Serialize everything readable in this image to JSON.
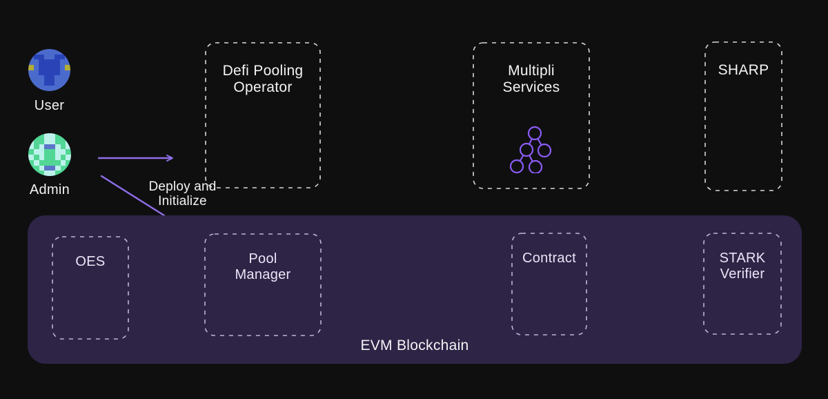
{
  "colors": {
    "bg": "#0f0f10",
    "text": "#f4f4f5",
    "dash-top": "#d9d9d9",
    "dash-bottom": "#beb4dd",
    "container-bg": "#2e2446",
    "container-text": "#eae6f7",
    "arrow": "#8f6fe8",
    "tree-icon": "#8b5cf6"
  },
  "actors": {
    "user": {
      "label": "User",
      "avatar": {
        "palette": {
          "B": "#4a6bcc",
          "D": "#2a44b8",
          "Y": "#b3ae35"
        },
        "pattern": [
          "BBBBBBBB",
          "BDDBBDDB",
          "BBDDDDBB",
          "YBDDDDBY",
          "BBDDDDBB",
          "BBBDDBBB",
          "BBBDDBBB",
          "BBBBBBBB"
        ]
      }
    },
    "admin": {
      "label": "Admin",
      "avatar": {
        "palette": {
          "G": "#52d695",
          "L": "#bdf2ec",
          "P": "#5b76c8"
        },
        "pattern": [
          "GGGLLGGG",
          "LGGLLGGL",
          "LGLPPLGL",
          "GLLGGLLG",
          "LGLGGLGL",
          "GLGGGGLG",
          "GGLPPLGG",
          "GGGLLGGG"
        ]
      }
    }
  },
  "top_boxes": {
    "defi": {
      "line1": "Defi Pooling",
      "line2": "Operator"
    },
    "multipli": {
      "line1": "Multipli",
      "line2": "Services",
      "icon": "tree-icon"
    },
    "sharp": {
      "line1": "SHARP"
    }
  },
  "flow": {
    "label_line1": "Deploy and",
    "label_line2": "Initialize"
  },
  "blockchain": {
    "label": "EVM Blockchain",
    "boxes": {
      "oes": {
        "line1": "OES"
      },
      "pool": {
        "line1": "Pool",
        "line2": "Manager"
      },
      "contract": {
        "line1": "Contract"
      },
      "stark": {
        "line1": "STARK",
        "line2": "Verifier"
      }
    }
  }
}
